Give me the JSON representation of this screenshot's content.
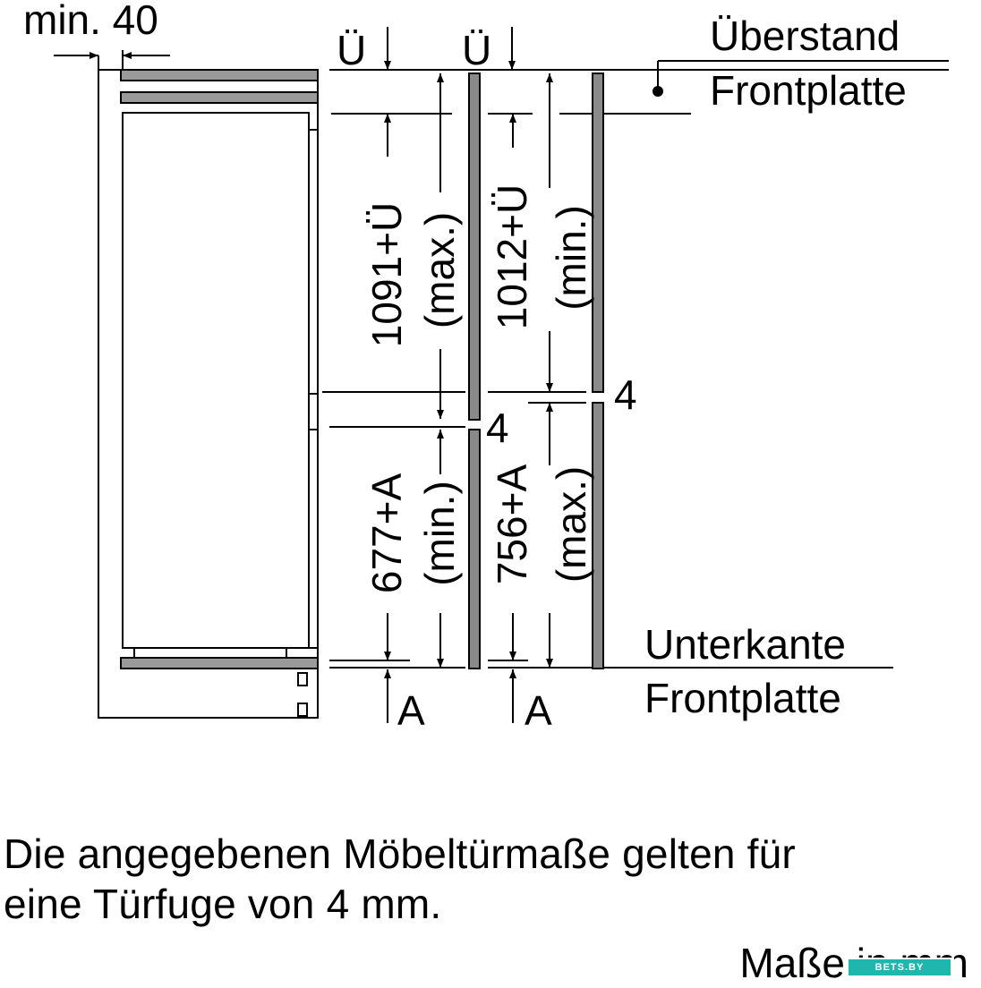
{
  "labels": {
    "min_40": "min. 40",
    "ue_1": "Ü",
    "ue_2": "Ü",
    "ueberstand": "Überstand",
    "frontplatte_top": "Frontplatte",
    "dim_1091": "1091+Ü",
    "dim_1091_note": "(max.)",
    "dim_1012": "1012+Ü",
    "dim_1012_note": "(min.)",
    "dim_677": "677+A",
    "dim_677_note": "(min.)",
    "dim_756": "756+A",
    "dim_756_note": "(max.)",
    "gap_4_right": "4",
    "gap_4_left": "4",
    "unterkante": "Unterkante",
    "frontplatte_bottom": "Frontplatte",
    "a_1": "A",
    "a_2": "A"
  },
  "note": {
    "line1": "Die angegebenen Möbeltürmaße gelten für",
    "line2": "eine Türfuge von 4 mm."
  },
  "units": "Maße in mm",
  "watermark": "BETS.BY",
  "colors": {
    "line": "#000000",
    "door_panel": "#888888",
    "watermark_bg": "#1fb7ad"
  }
}
